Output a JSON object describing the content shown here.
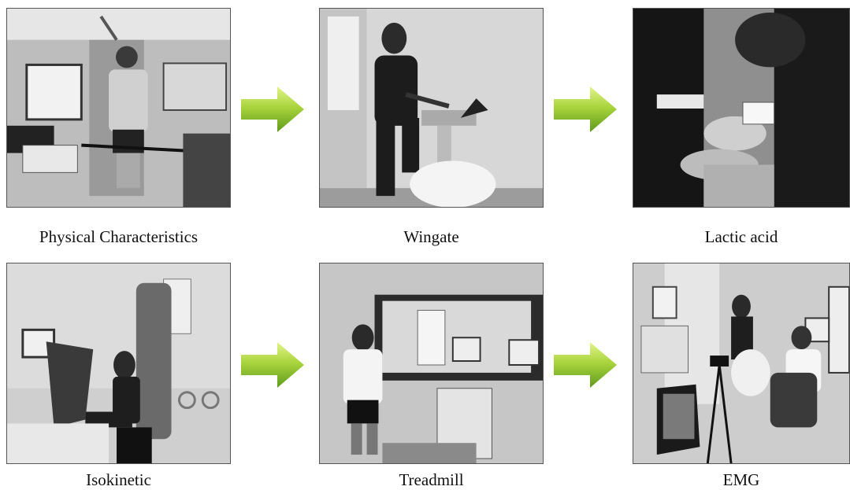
{
  "steps": [
    {
      "label": "Physical Characteristics",
      "photo_icon": "body-composition-scanner-photo"
    },
    {
      "label": "Wingate",
      "photo_icon": "cycle-ergometer-photo"
    },
    {
      "label": "Lactic acid",
      "photo_icon": "blood-sample-photo"
    },
    {
      "label": "Isokinetic",
      "photo_icon": "isokinetic-dynamometer-photo"
    },
    {
      "label": "Treadmill",
      "photo_icon": "treadmill-photo"
    },
    {
      "label": "EMG",
      "photo_icon": "emg-lab-photo"
    }
  ],
  "arrow_icon": "right-arrow-icon",
  "colors": {
    "arrow_light": "#d4ec6a",
    "arrow_dark": "#6fa623"
  }
}
